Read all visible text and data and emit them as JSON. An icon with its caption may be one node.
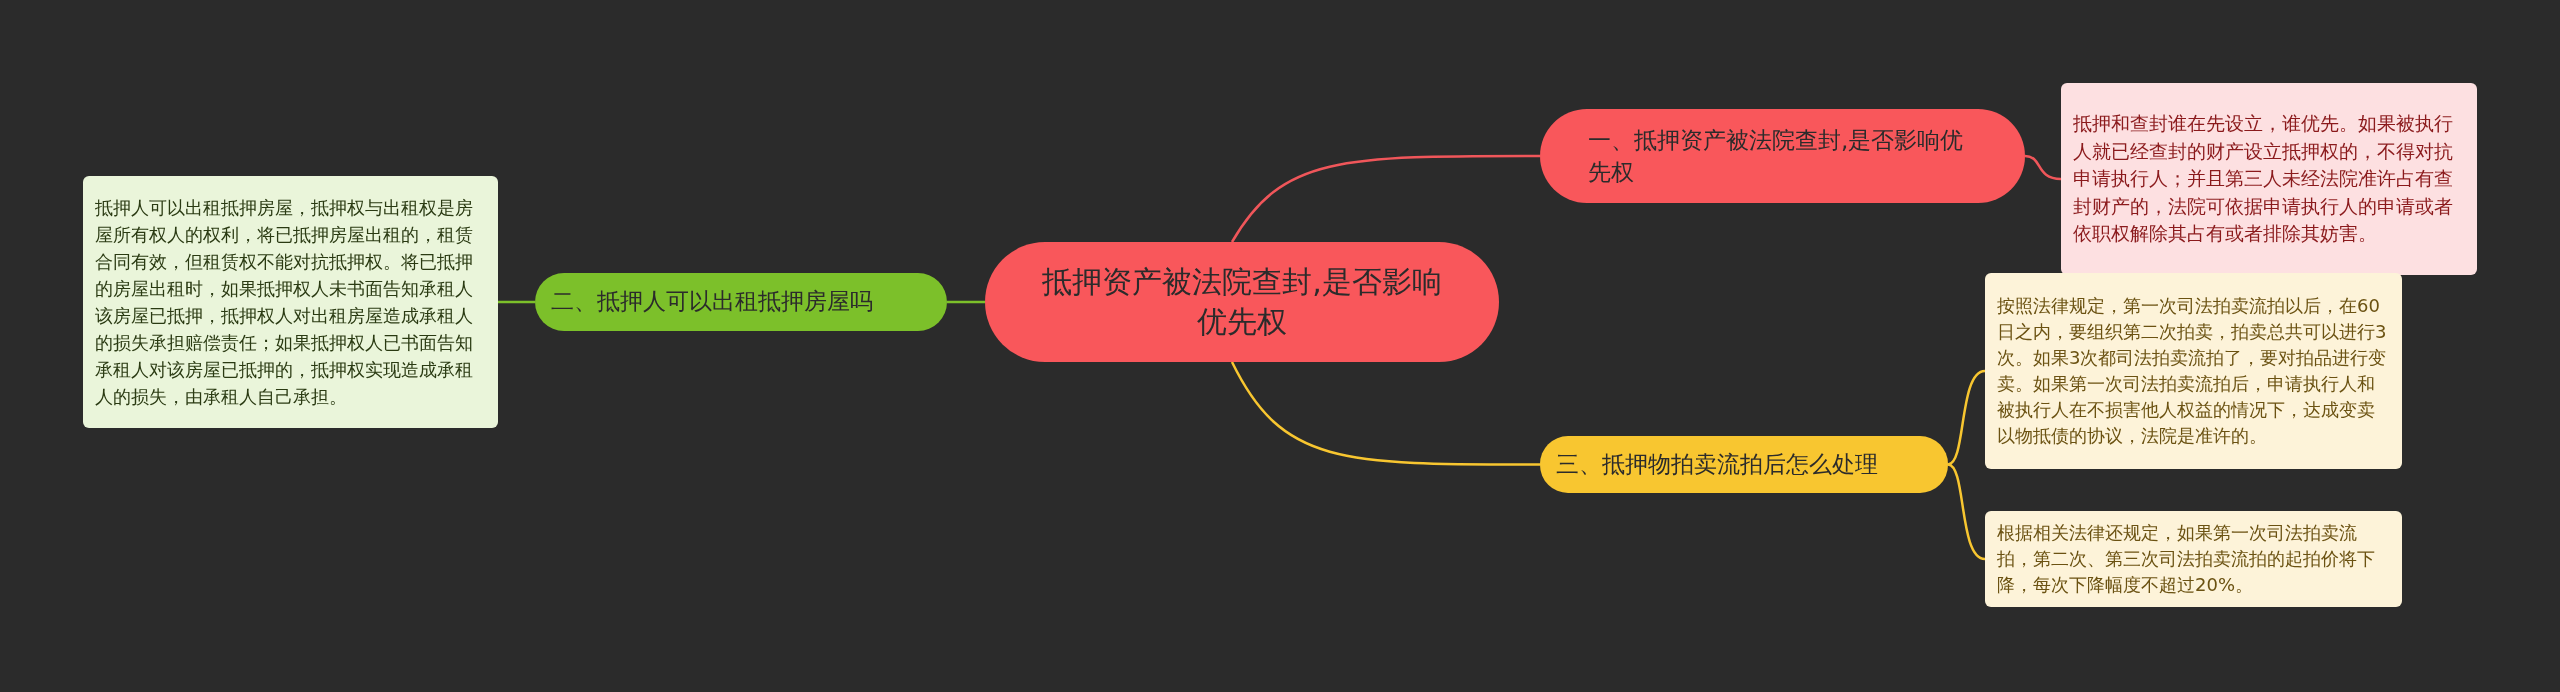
{
  "diagram": {
    "nodes": [
      {
        "text": [
          "抵押资产被法院查封,是否影响优先权"
        ]
      },
      {
        "text": [
          "一、抵押资产被法院查封,是否影响优先权"
        ]
      },
      {
        "text": [
          "抵押和查封谁在先设立，谁优先。如果被执行人就已经查封的财产设立抵押权的，不得对抗申请执行人；并且第三人未经法院准许占有查封财产的，法院可依据申请执行人的申请或者依职权解除其占有或者排除其妨害。"
        ]
      },
      {
        "text": [
          "二、抵押人可以出租抵押房屋吗"
        ]
      },
      {
        "text": [
          "抵押人可以出租抵押房屋，抵押权与出租权是房屋所有权人的权利，将已抵押房屋出租的，租赁合同有效，但租赁权不能对抗抵押权。将已抵押的房屋出租时，如果抵押权人未书面告知承租人该房屋已抵押，抵押权人对出租房屋造成承租人的损失承担赔偿责任；如果抵押权人已书面告知承租人对该房屋已抵押的，抵押权实现造成承租人的损失，由承租人自己承担。"
        ]
      },
      {
        "text": [
          "三、抵押物拍卖流拍后怎么处理"
        ]
      },
      {
        "text": [
          "按照法律规定，第一次司法拍卖流拍以后，在60日之内，要组织第二次拍卖，拍卖总共可以进行3次。如果3次都司法拍卖流拍了，要对拍品进行变卖。如果第一次司法拍卖流拍后，申请执行人和被执行人在不损害他人权益的情况下，达成变卖以物抵债的协议，法院是准许的。"
        ]
      },
      {
        "text": [
          "根据相关法律还规定，如果第一次司法拍卖流拍，第二次、第三次司法拍卖流拍的起拍价将下降，每次下降幅度不超过20%。"
        ]
      }
    ],
    "edges": [
      {
        "from": 0,
        "to": 1,
        "arrow": "none",
        "color": "#f0565a"
      },
      {
        "from": 1,
        "to": 2,
        "arrow": "none",
        "color": "#f0565a"
      },
      {
        "from": 0,
        "to": 3,
        "arrow": "none",
        "color": "#7cc02a"
      },
      {
        "from": 3,
        "to": 4,
        "arrow": "none",
        "color": "#7cc02a"
      },
      {
        "from": 0,
        "to": 5,
        "arrow": "none",
        "color": "#f8c630"
      },
      {
        "from": 5,
        "to": 6,
        "arrow": "none",
        "color": "#f8c630"
      },
      {
        "from": 5,
        "to": 7,
        "arrow": "none",
        "color": "#f8c630"
      }
    ]
  }
}
